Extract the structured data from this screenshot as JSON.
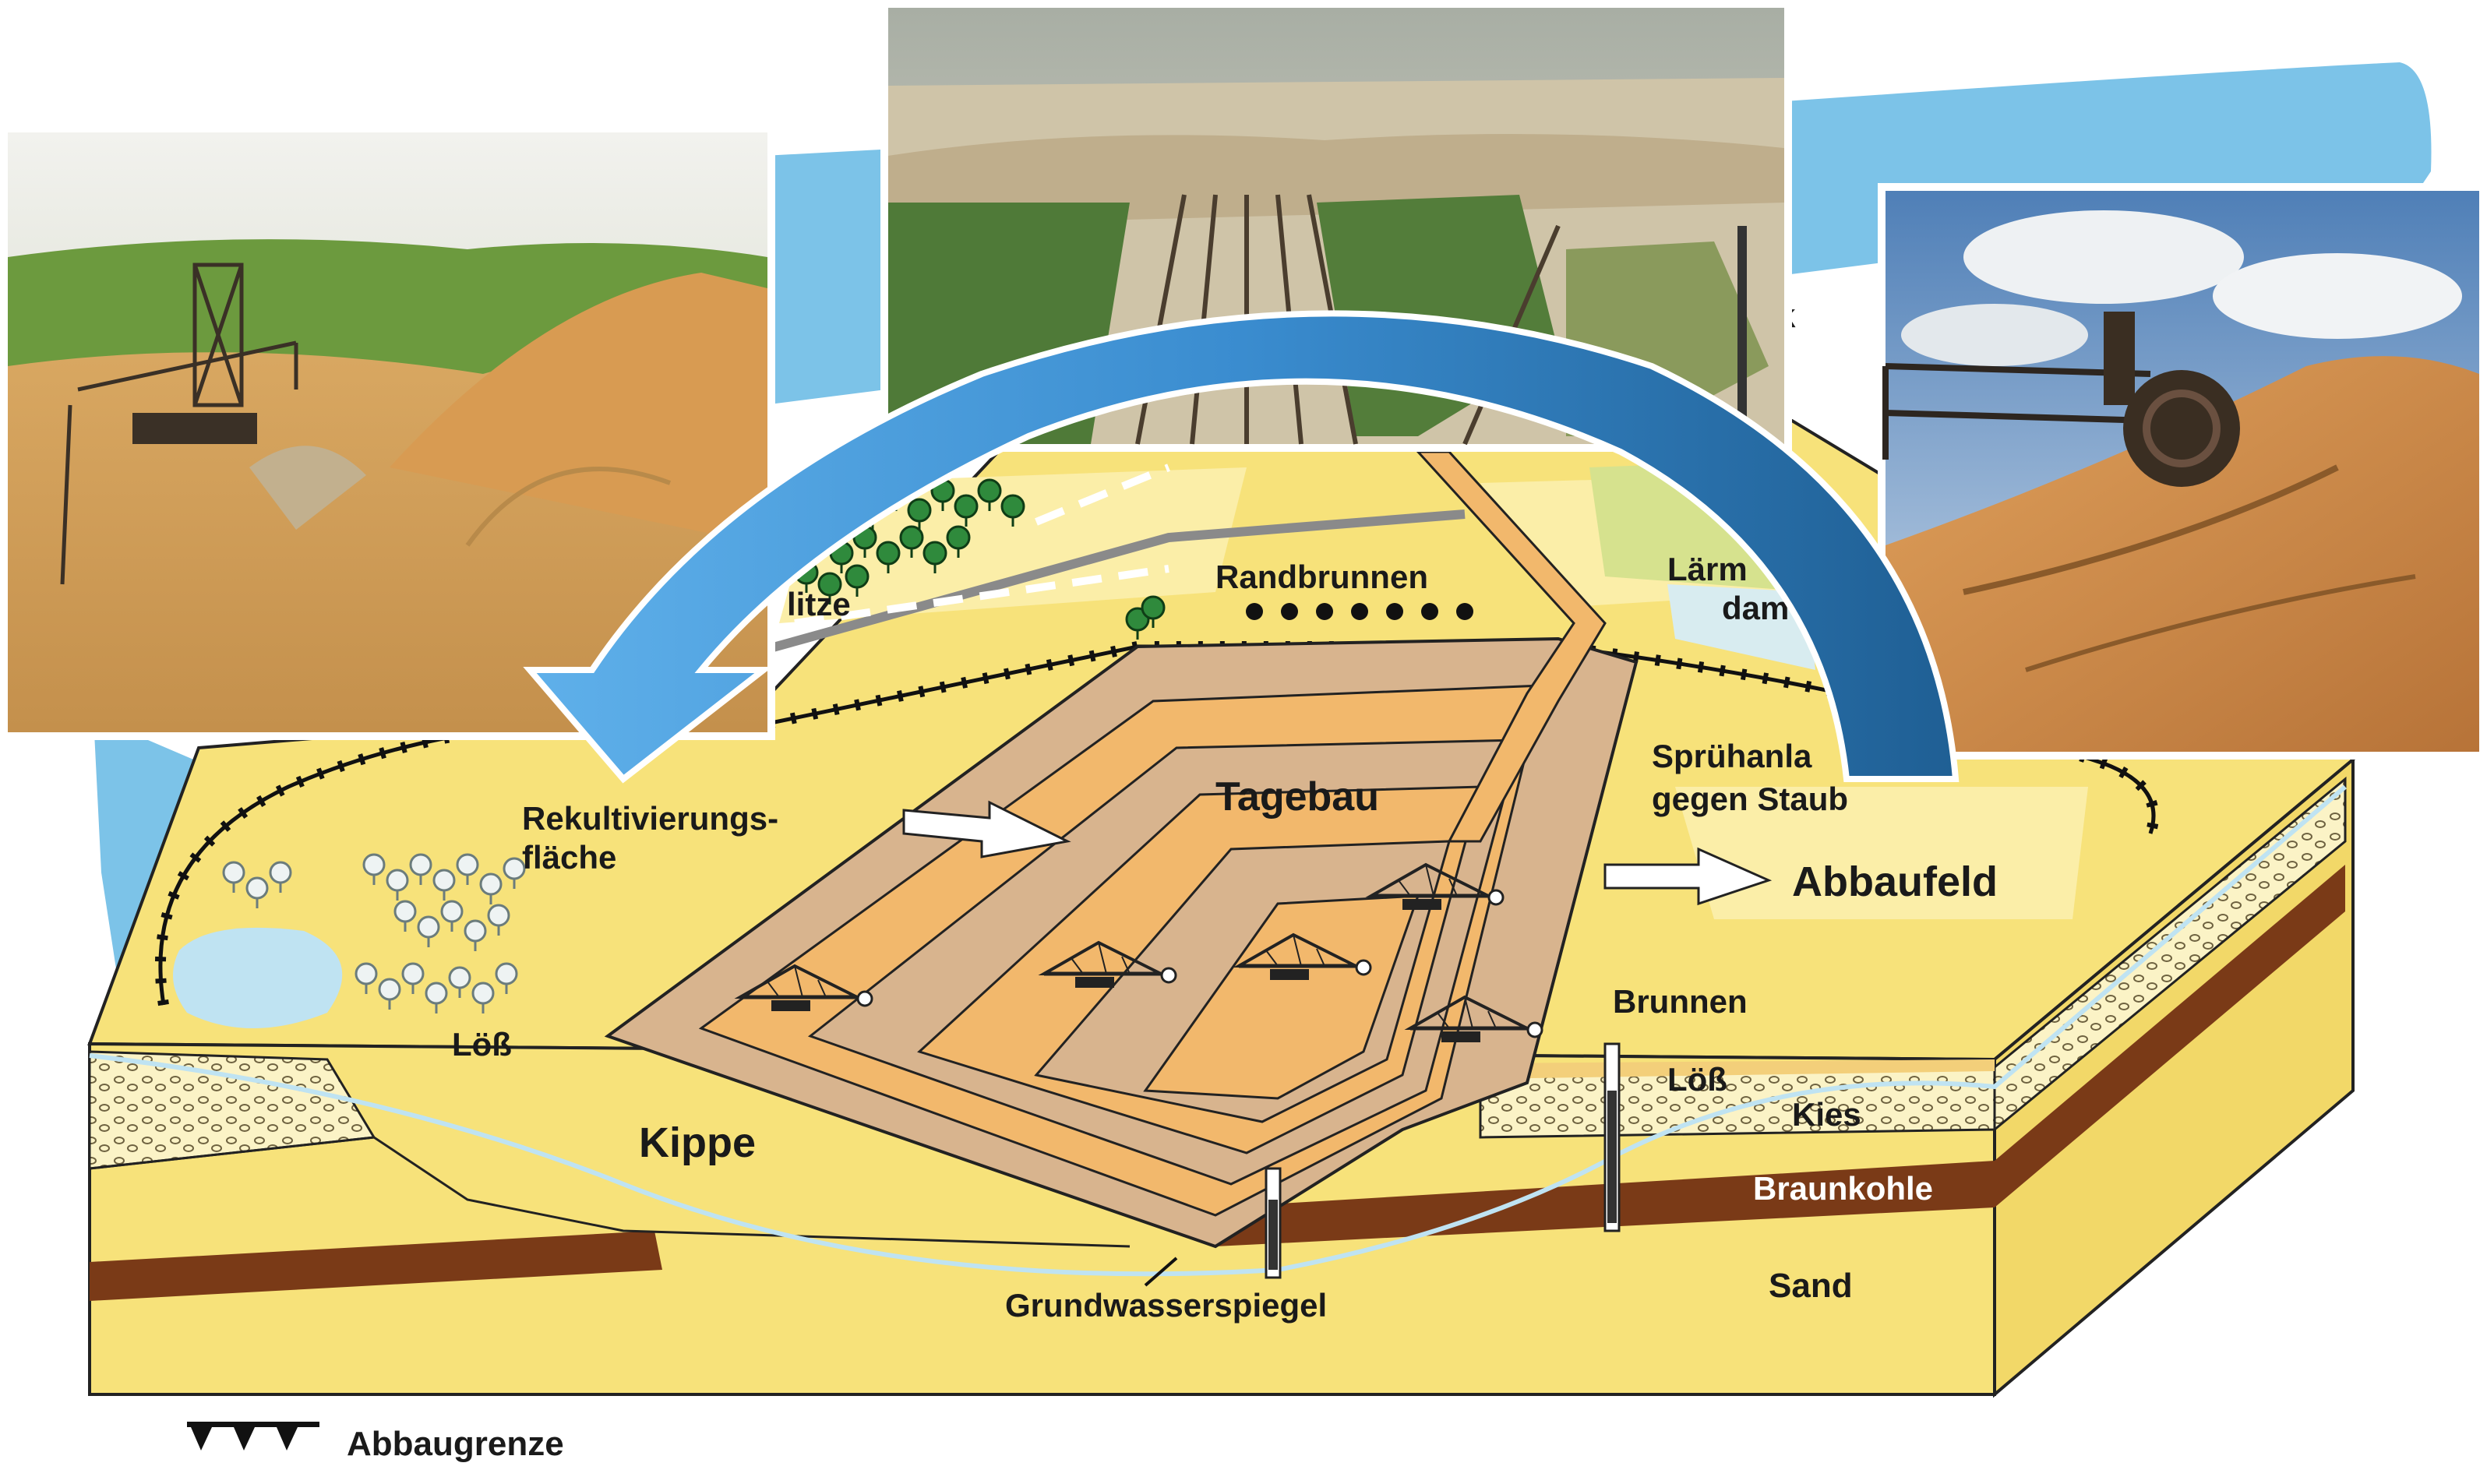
{
  "labels": {
    "rekultivierung_1": "Rekultivierungs-",
    "rekultivierung_2": "fläche",
    "loess_left": "Löß",
    "kippe": "Kippe",
    "tagebau": "Tagebau",
    "randbrunnen": "Randbrunnen",
    "laerm_1": "Lärm",
    "laerm_2": "dam",
    "spruehanlage_1": "Sprühanla",
    "spruehanlage_2": "gegen Staub",
    "abbaufeld": "Abbaufeld",
    "brunnen": "Brunnen",
    "loess_right": "Löß",
    "kies": "Kies",
    "braunkohle": "Braunkohle",
    "sand": "Sand",
    "grundwasserspiegel": "Grundwasserspiegel",
    "place_fragment": "litze",
    "behind_photo_fragment": "k",
    "legend_abbaugrenze": "Abbaugrenze"
  },
  "photos": {
    "left": "Aerial view of stacker machine on spoil heap",
    "center": "Conveyor belts leading into open pit mine",
    "right": "Bucket-wheel excavator cutting into sand face"
  },
  "colors": {
    "sky_blue": "#7cc3e8",
    "ground_yellow": "#f7e27a",
    "light_field": "#fbeea8",
    "pit_tan": "#d8b48e",
    "pit_orange": "#f2b86c",
    "brown_coal": "#7a3a17",
    "arrow_blue": "#3a8ccf"
  }
}
